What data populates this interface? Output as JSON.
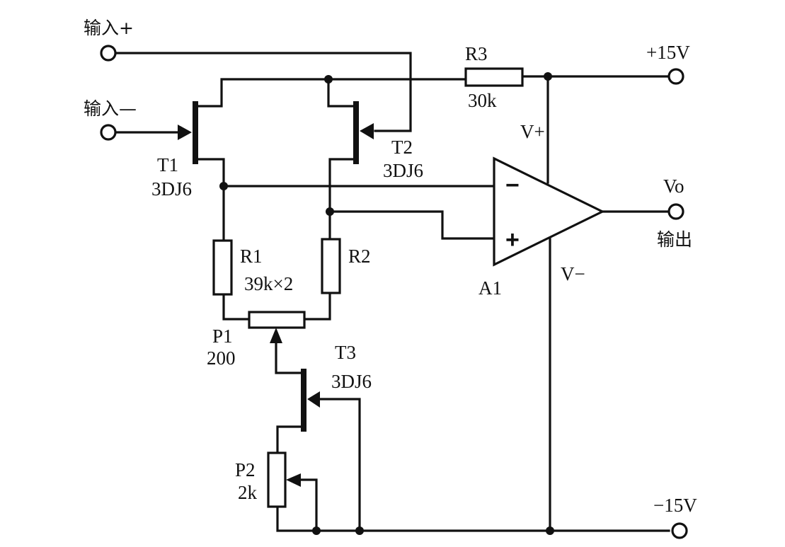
{
  "diagram": {
    "type": "circuit-schematic",
    "title": "JFET differential input amplifier with op-amp"
  },
  "terminals": {
    "input_plus": "输入+",
    "input_minus": "输入—",
    "supply_pos": "+15V",
    "supply_neg": "−15V",
    "output_name": "Vo",
    "output_label": "输出"
  },
  "components": {
    "T1": {
      "ref": "T1",
      "part": "3DJ6"
    },
    "T2": {
      "ref": "T2",
      "part": "3DJ6"
    },
    "T3": {
      "ref": "T3",
      "part": "3DJ6"
    },
    "R1": {
      "ref": "R1"
    },
    "R2": {
      "ref": "R2"
    },
    "R12_value": "39k×2",
    "R3": {
      "ref": "R3",
      "value": "30k"
    },
    "P1": {
      "ref": "P1",
      "value": "200"
    },
    "P2": {
      "ref": "P2",
      "value": "2k"
    },
    "A1": {
      "ref": "A1",
      "inv": "−",
      "noninv": "+",
      "vpos": "V+",
      "vneg": "V−"
    }
  },
  "colors": {
    "ink": "#111111",
    "paper": "#ffffff"
  }
}
